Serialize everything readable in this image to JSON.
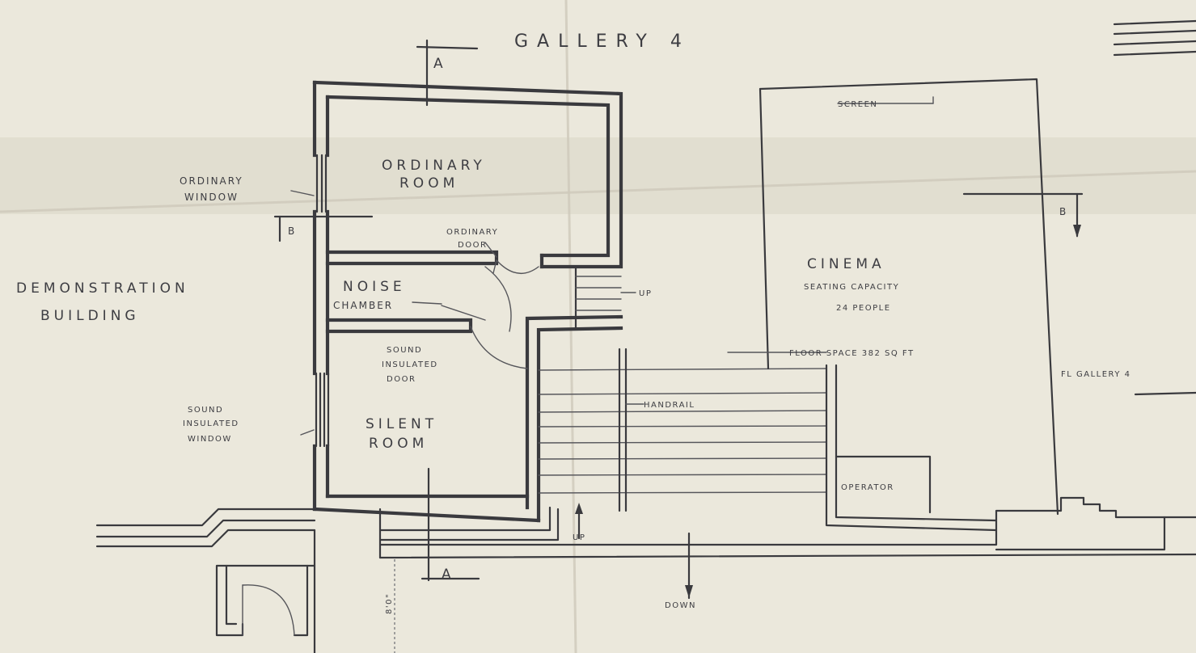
{
  "title": "GALLERY 4",
  "labels": {
    "demonstration_line1": "DEMONSTRATION",
    "demonstration_line2": "BUILDING",
    "ordinary_window_line1": "ORDINARY",
    "ordinary_window_line2": "WINDOW",
    "ordinary_room_line1": "ORDINARY",
    "ordinary_room_line2": "ROOM",
    "ordinary_door_line1": "ORDINARY",
    "ordinary_door_line2": "DOOR",
    "noise_chamber_line1": "NOISE",
    "noise_chamber_line2": "CHAMBER",
    "sound_insulated_door_line1": "SOUND",
    "sound_insulated_door_line2": "INSULATED",
    "sound_insulated_door_line3": "DOOR",
    "sound_insulated_window_line1": "SOUND",
    "sound_insulated_window_line2": "INSULATED",
    "sound_insulated_window_line3": "WINDOW",
    "silent_room_line1": "SILENT",
    "silent_room_line2": "ROOM",
    "screen": "SCREEN",
    "cinema": "CINEMA",
    "seating_capacity": "SEATING CAPACITY",
    "people": "24 PEOPLE",
    "floor_space": "FLOOR SPACE 382 SQ FT",
    "handrail": "HANDRAIL",
    "operator": "OPERATOR",
    "up_stairs": "UP",
    "up_bottom": "UP",
    "down": "DOWN",
    "fl_gallery": "FL GALLERY 4",
    "dimension": "8'0\""
  },
  "section_markers": {
    "a_top": "A",
    "a_bottom": "A",
    "b_left": "B",
    "b_right": "B"
  },
  "colors": {
    "paper": "#ebe8dc",
    "ink": "#3a3a3e"
  }
}
